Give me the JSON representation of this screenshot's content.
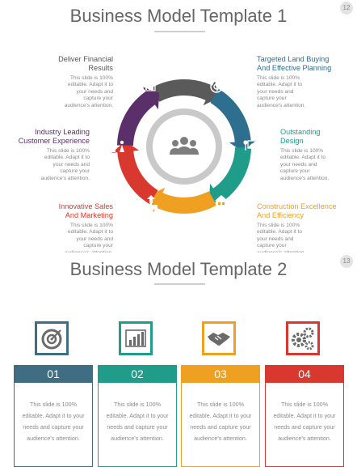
{
  "slide1": {
    "title": "Business Model Template 1",
    "page_number": "12",
    "steps": [
      {
        "title_l1": "Deliver Financial",
        "title_l2": "Results",
        "body": "This slide is 100% editable. Adapt it to your needs and capture your audience's attention.",
        "color": "#555555",
        "icon": "bar-chart-icon"
      },
      {
        "title_l1": "Targeted Land Buying",
        "title_l2": "And Effective Planning",
        "body": "This slide is 100% editable. Adapt it to your needs and capture your audience's attention.",
        "color": "#2e6f8f",
        "icon": "target-icon"
      },
      {
        "title_l1": "Outstanding",
        "title_l2": "Design",
        "body": "This slide is 100% editable. Adapt it to your needs and capture your audience's attention.",
        "color": "#1f9c8a",
        "icon": "presentation-icon"
      },
      {
        "title_l1": "Construction Excellence",
        "title_l2": "And Efficiency",
        "body": "This slide is 100% editable. Adapt it to your needs and capture your audience's attention.",
        "color": "#f0a020",
        "icon": "house-icon"
      },
      {
        "title_l1": "Innovative Sales",
        "title_l2": "And Marketing",
        "body": "This slide is 100% editable. Adapt it to your needs and capture your audience's attention.",
        "color": "#d9382e",
        "icon": "upload-box-icon"
      },
      {
        "title_l1": "Industry Leading",
        "title_l2": "Customer Experience",
        "body": "This slide is 100% editable. Adapt it to your needs and capture your audience's attention.",
        "color": "#5b2f6a",
        "icon": "people-icon"
      }
    ],
    "center_icon": "group-icon",
    "ring_colors": [
      "#5a5a5a",
      "#2e6f8f",
      "#1f9c8a",
      "#f0a020",
      "#d9382e",
      "#5b2f6a"
    ]
  },
  "slide2": {
    "title": "Business Model Template 2",
    "page_number": "13",
    "cards": [
      {
        "number": "01",
        "body": "This slide is 100% editable. Adapt it to your needs and capture your audience's attention.",
        "color": "#3f6e82",
        "icon": "target-icon"
      },
      {
        "number": "02",
        "body": "This slide is 100% editable. Adapt it to your needs and capture your audience's attention.",
        "color": "#1f9c8a",
        "icon": "bar-chart-icon"
      },
      {
        "number": "03",
        "body": "This slide is 100% editable. Adapt it to your needs and capture your audience's attention.",
        "color": "#f0a020",
        "icon": "handshake-icon"
      },
      {
        "number": "04",
        "body": "This slide is 100% editable. Adapt it to your needs and capture your audience's attention.",
        "color": "#d9382e",
        "icon": "gears-icon"
      }
    ]
  }
}
